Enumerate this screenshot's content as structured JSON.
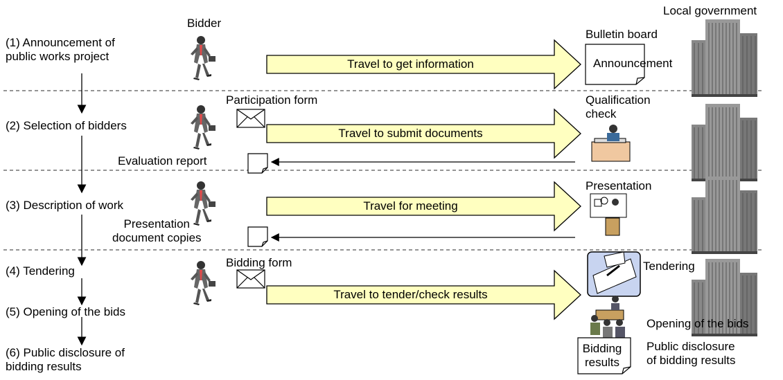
{
  "steps": [
    {
      "label": "(1) Announcement of\npublic works project"
    },
    {
      "label": "(2) Selection of bidders"
    },
    {
      "label": "(3) Description of work"
    },
    {
      "label": "(4) Tendering"
    },
    {
      "label": "(5) Opening of the bids"
    },
    {
      "label": "(6) Public disclosure of\nbidding results"
    }
  ],
  "actors": {
    "bidder": "Bidder",
    "government": "Local government"
  },
  "rows": [
    {
      "travel": "Travel to get information",
      "dest_title": "Bulletin board",
      "dest_doc": "Announcement"
    },
    {
      "doc_form": "Participation form",
      "travel": "Travel to submit documents",
      "dest_title": "Qualification\ncheck",
      "return_doc": "Evaluation report"
    },
    {
      "travel": "Travel for meeting",
      "dest_title": "Presentation",
      "return_doc": "Presentation\ndocument copies"
    },
    {
      "doc_form": "Bidding form",
      "travel": "Travel to tender/check results",
      "dest_title": "Tendering",
      "dest_sub1": "Opening of the bids",
      "dest_sub2": "Public disclosure\nof bidding results",
      "dest_doc": "Bidding\nresults"
    }
  ],
  "colors": {
    "arrow_fill": "#ffffc0",
    "dashed": "#555555",
    "building": "#777777",
    "ballot_box": "#c8d4f0"
  }
}
